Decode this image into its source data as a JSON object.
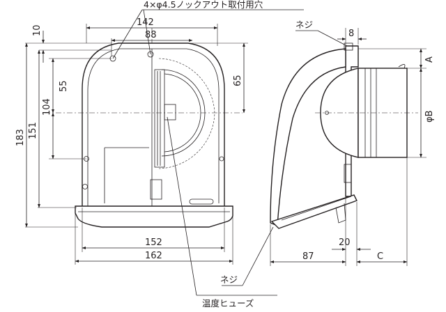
{
  "labels": {
    "knockout": "4×φ4.5ノックアウト取付用穴",
    "screw_top": "ネジ",
    "screw_bottom": "ネジ",
    "fuse": "温度ヒューズ"
  },
  "dimensions": {
    "d142": "142",
    "d88": "88",
    "d10": "10",
    "d55": "55",
    "d65": "65",
    "d104": "104",
    "d151": "151",
    "d183": "183",
    "d152": "152",
    "d162": "162",
    "d8": "8",
    "dA": "A",
    "dPhiB": "φB",
    "d87": "87",
    "d20": "20",
    "dC": "C"
  }
}
